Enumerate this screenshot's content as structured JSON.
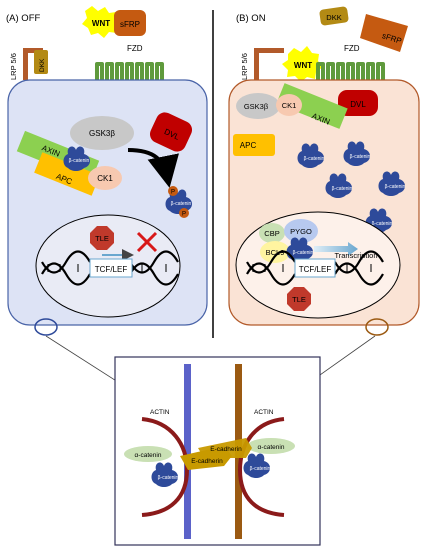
{
  "panels": {
    "off": {
      "title": "(A) OFF"
    },
    "on": {
      "title": "(B) ON"
    }
  },
  "labels": {
    "wnt": "WNT",
    "sfrp": "sFRP",
    "dkk": "DKK",
    "lrp": "LRP 5/6",
    "fzd": "FZD",
    "gsk3b": "GSK3β",
    "axin": "AXIN",
    "dvl": "DVL",
    "apc": "APC",
    "ck1": "CK1",
    "bcatenin": "β-catenin",
    "p": "P",
    "tle": "TLE",
    "tcf": "TCF/LEF",
    "cbp": "CBP",
    "bcl9": "BCL9",
    "pygo": "PYGO",
    "transcription": "Transcription",
    "actin": "ACTIN",
    "acatenin": "α-catenin",
    "ecadherin": "E-cadherin"
  },
  "colors": {
    "cell_off": "#dde3f5",
    "cell_on": "#fae3d5",
    "fzd": "#5f9a3c",
    "lrp": "#b25a2a",
    "dkk": "#b38a14",
    "wnt": "#ffff00",
    "sfrp": "#c55a11",
    "gsk3b": "#c8c8c8",
    "axin": "#8cd050",
    "dvl": "#c00000",
    "apc": "#ffc000",
    "ck1": "#f7c9b0",
    "bcatenin": "#2e4a9a",
    "tle": "#c0392b",
    "membrane_left": "#5b62c9",
    "membrane_right": "#9b5a12",
    "actin": "#8b1a1a",
    "acatenin": "#c9e0b4",
    "ecadherin": "#c89a00"
  }
}
